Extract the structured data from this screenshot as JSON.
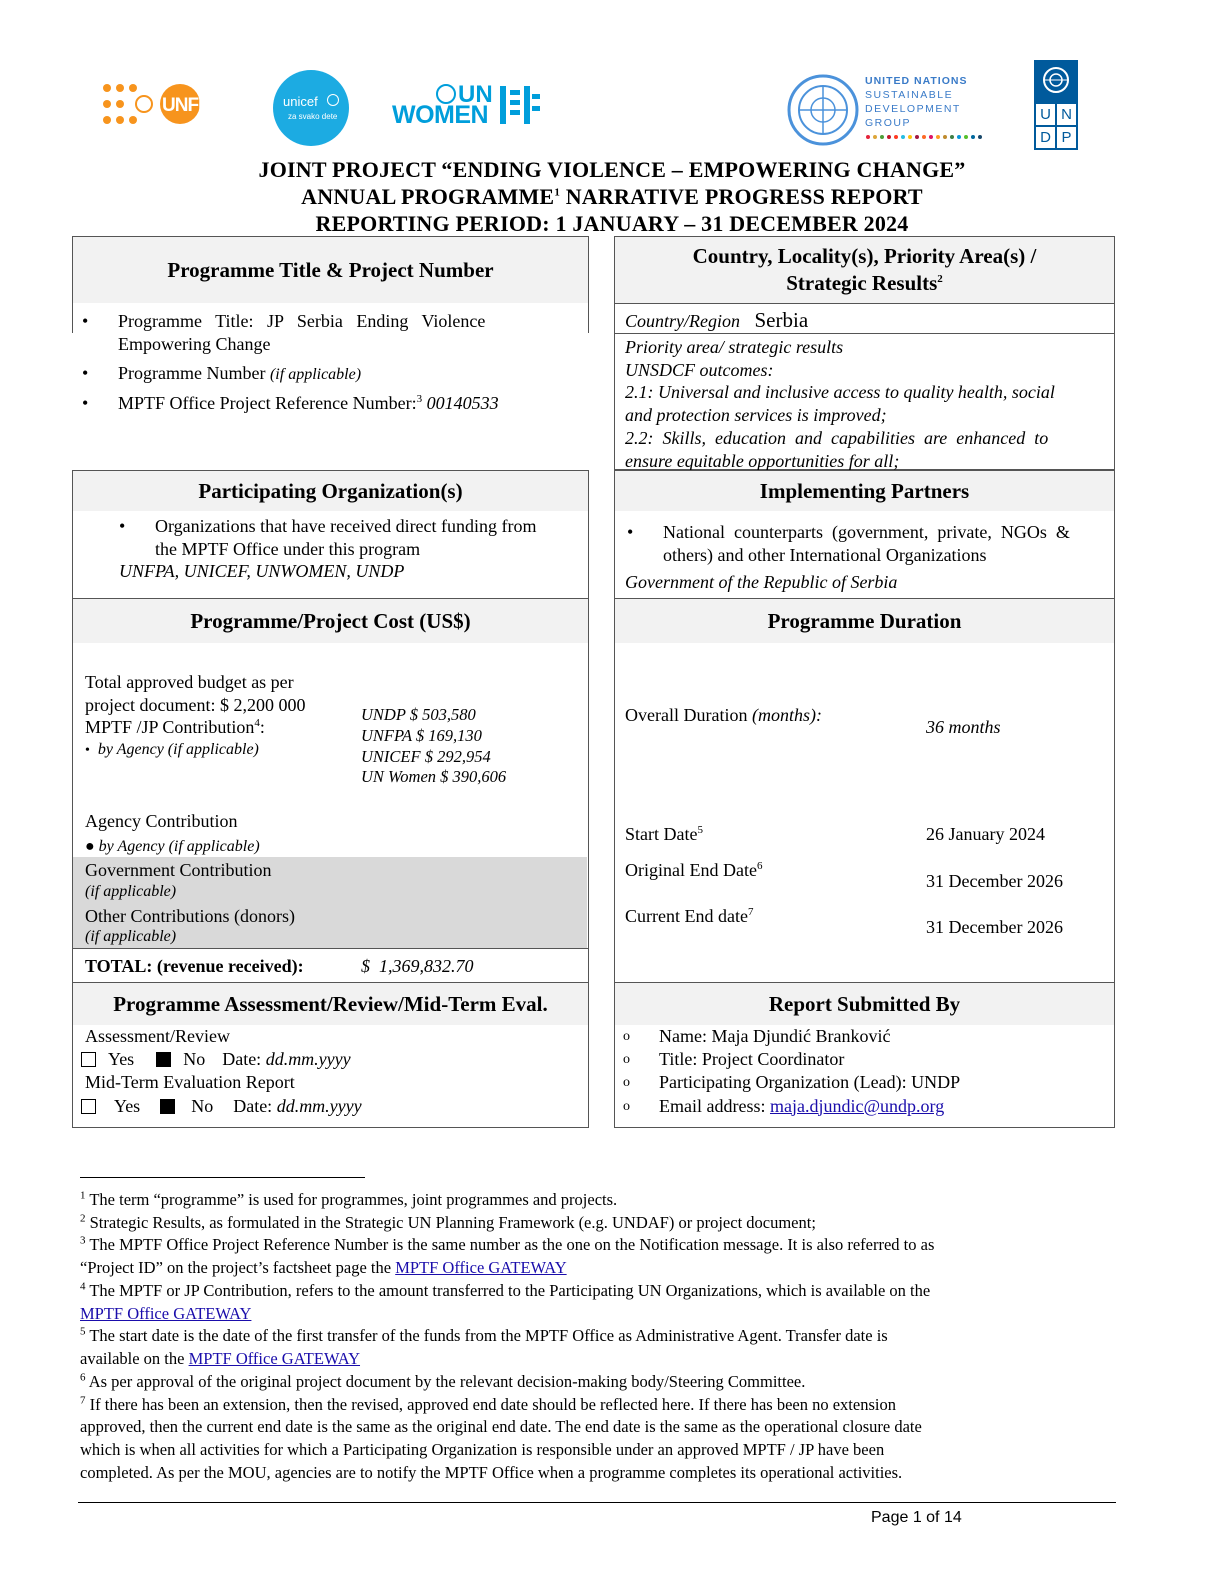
{
  "logos": {
    "unfpa": "UNFPA",
    "unicef": "unicef",
    "unicef_sub": "za svako dete",
    "unwomen_un": "UN",
    "unwomen_women": "WOMEN",
    "unsdg_l1": "UNITED NATIONS",
    "unsdg_l2": "SUSTAINABLE",
    "unsdg_l3": "DEVELOPMENT",
    "unsdg_l4": "GROUP",
    "undp_letters": [
      "U",
      "N",
      "D",
      "P"
    ]
  },
  "colors": {
    "unfpa": "#f7941d",
    "unicef": "#1cabe2",
    "unwomen": "#009edb",
    "undp": "#005a9c",
    "link": "#1a0dab"
  },
  "header": {
    "line1": "JOINT PROJECT “ENDING VIOLENCE – EMPOWERING CHANGE”",
    "line2_a": "ANNUAL PROGRAMME",
    "line2_sup": "1",
    "line2_b": " NARRATIVE PROGRESS REPORT",
    "line3": "REPORTING PERIOD: 1 JANUARY – 31 DECEMBER 2024"
  },
  "programme_title": {
    "heading": "Programme Title & Project Number",
    "b1_text": "Programme   Title:   JP   Serbia   Ending   Violence",
    "b1_cont": "Empowering Change",
    "b2_label": "Programme Number ",
    "b2_note": "(if applicable)",
    "b3_label": "MPTF Office Project Reference Number:",
    "b3_sup": "3",
    "b3_value": " 00140533"
  },
  "country": {
    "heading_l1": "Country, Locality(s), Priority Area(s) /",
    "heading_l2": "Strategic Results",
    "heading_sup": "2",
    "region_label": "Country/Region",
    "region_value": "Serbia",
    "priority_label": "Priority area/ strategic results",
    "outcomes_label": "UNSDCF outcomes:",
    "o1_l1": "2.1: Universal and inclusive access to quality health, social",
    "o1_l2": "and protection services is improved;",
    "o2_l1": "2.2:  Skills,  education  and  capabilities  are  enhanced  to",
    "o2_l2": "ensure equitable opportunities for all;"
  },
  "participating": {
    "heading": "Participating Organization(s)",
    "b1_l1": "Organizations that have received direct funding from",
    "b1_l2": "the MPTF Office under this program",
    "orgs": "UNFPA, UNICEF, UNWOMEN, UNDP"
  },
  "implementing": {
    "heading": "Implementing Partners",
    "b1_l1": "National  counterparts  (government,  private,  NGOs  &",
    "b1_l2": "others) and other International Organizations",
    "value": "Government of the Republic of Serbia"
  },
  "cost": {
    "heading": "Programme/Project Cost (US$)",
    "total_l1": "Total approved budget as per",
    "total_l2": "project document: $ 2,200 000",
    "mptf_label": "MPTF /JP Contribution",
    "mptf_sup": "4",
    "mptf_colon": ":",
    "by_agency": "by Agency (if applicable)",
    "agencies": [
      "UNDP $ 503,580",
      "UNFPA $ 169,130",
      "UNICEF $ 292,954",
      "UN Women $ 390,606"
    ],
    "agency_contrib": "Agency Contribution",
    "by_agency2": "by Agency (if applicable)",
    "gov_contrib": "Government Contribution",
    "gov_note": "(if applicable)",
    "other_contrib": "Other Contributions (donors)",
    "other_note": "(if applicable)",
    "total_label": "TOTAL: (revenue received):",
    "total_value": "$  1,369,832.70"
  },
  "duration": {
    "heading": "Programme Duration",
    "overall_label": "Overall Duration ",
    "overall_note": "(months):",
    "overall_value": "36 months",
    "start_label": "Start Date",
    "start_sup": "5",
    "start_value": "26 January 2024",
    "orig_label": "Original End Date",
    "orig_sup": "6",
    "orig_value": "31 December 2026",
    "curr_label": "Current End date",
    "curr_sup": "7",
    "curr_value": "31 December 2026"
  },
  "assessment": {
    "heading": "Programme Assessment/Review/Mid-Term Eval.",
    "review_label": "Assessment/Review",
    "yes": "Yes",
    "no": "No",
    "date_label": "Date: ",
    "date_value": "dd.mm.yyyy",
    "midterm_label": "Mid-Term Evaluation Report"
  },
  "submitted": {
    "heading": "Report Submitted By",
    "name": "Name: Maja Djundić Branković",
    "title": "Title: Project Coordinator",
    "org": "Participating Organization (Lead): UNDP",
    "email_label": "Email address: ",
    "email": "maja.djundic@undp.org"
  },
  "footnotes": {
    "f1": "The term “programme” is used for programmes, joint programmes and projects.",
    "f2": "Strategic Results, as formulated in the Strategic UN Planning Framework (e.g. UNDAF) or project document;",
    "f3_l1": "The MPTF Office Project Reference Number is the same number as the one on the Notification message. It is also referred to as",
    "f3_l2": "“Project ID” on the project’s factsheet page the ",
    "gateway": "MPTF Office GATEWAY",
    "f4_l1": "The MPTF or JP Contribution, refers to the amount transferred to the Participating UN Organizations, which is available on the",
    "f5_l1": "The start date is the date of the first transfer of the funds from the MPTF Office as Administrative Agent. Transfer date is",
    "f5_l2": "available on the ",
    "f6": "As per approval of the original project document by the relevant decision-making body/Steering Committee.",
    "f7_l1": "If there has been an extension, then the revised, approved end date should be reflected here. If there has been no extension",
    "f7_l2": "approved, then the current end date is the same as the original end date. The end date is the same as the operational closure date",
    "f7_l3": "which is when all activities for which a Participating Organization is responsible under an approved MPTF / JP have been",
    "f7_l4": "completed. As per the MOU, agencies are to notify the MPTF Office when a programme completes its operational activities."
  },
  "footer": {
    "page": "Page 1 of 14"
  }
}
